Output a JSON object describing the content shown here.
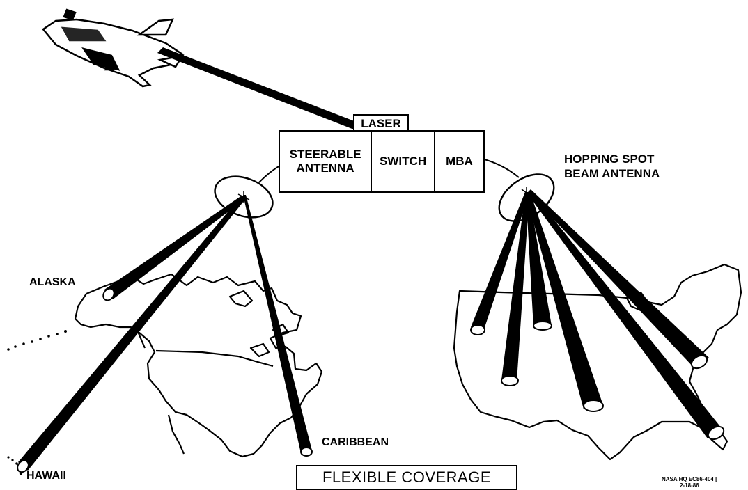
{
  "labels": {
    "laser": "LASER",
    "steerable_antenna": "STEERABLE ANTENNA",
    "switch": "SWITCH",
    "mba": "MBA",
    "hopping_spot": "HOPPING SPOT BEAM ANTENNA",
    "alaska": "ALASKA",
    "hawaii": "HAWAII",
    "caribbean": "CARIBBEAN",
    "title": "FLEXIBLE COVERAGE",
    "nasa_code": "NASA HQ EC86-404 [",
    "nasa_date": "2-18-86"
  },
  "colors": {
    "ink": "#000000",
    "paper": "#ffffff"
  }
}
